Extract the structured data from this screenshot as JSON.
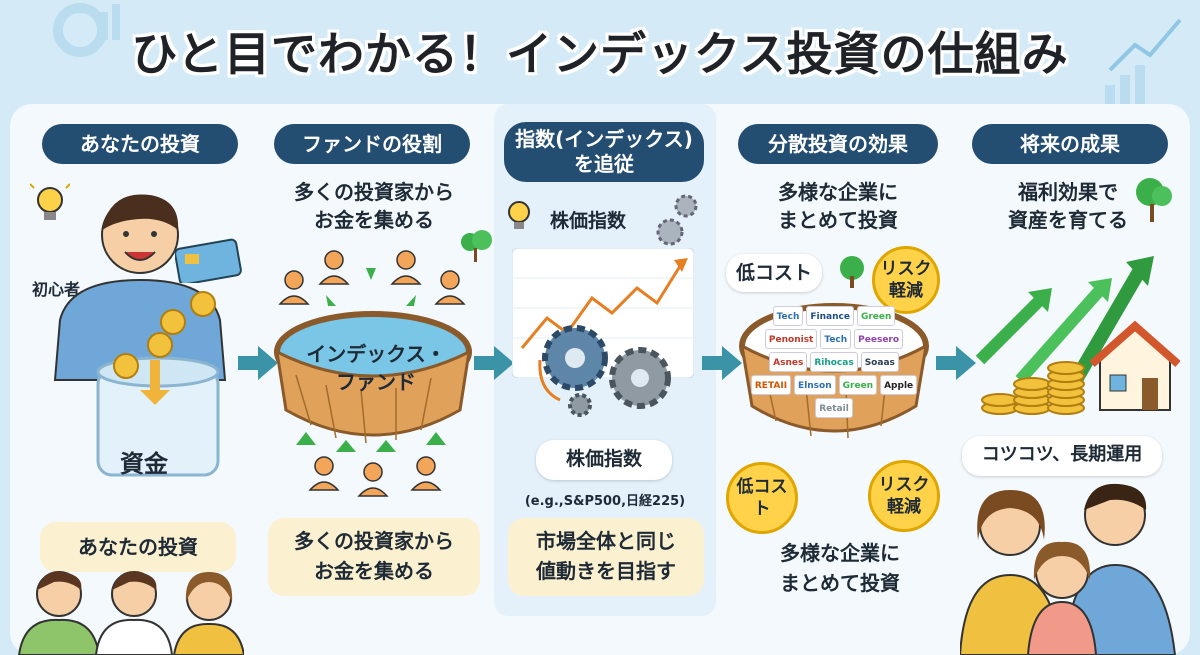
{
  "title": "ひと目でわかる！インデックス投資の仕組み",
  "colors": {
    "navy": "#244d72",
    "cream": "#fbf0cf",
    "teal": "#3b93a8",
    "gold": "#ffd24a",
    "green": "#3bb04a"
  },
  "step1": {
    "header": "あなたの投資",
    "person_label": "初心者",
    "jar_label": "資金",
    "footer": "あなたの投資"
  },
  "step2": {
    "header": "ファンドの役割",
    "desc_line1": "多くの投資家から",
    "desc_line2": "お金を集める",
    "pool_line1": "インデックス・",
    "pool_line2": "ファンド",
    "footer_line1": "多くの投資家から",
    "footer_line2": "お金を集める"
  },
  "step3": {
    "header_line1": "指数(インデックス)",
    "header_line2": "を追従",
    "chart_title": "株価指数",
    "index_label": "株価指数",
    "example": "(e.g.,S&P500,日経225)",
    "footer_line1": "市場全体と同じ",
    "footer_line2": "値動きを目指す"
  },
  "step4": {
    "header": "分散投資の効果",
    "desc_line1": "多様な企業に",
    "desc_line2": "まとめて投資",
    "tag_low_cost": "低コスト",
    "tag_risk_line1": "リスク",
    "tag_risk_line2": "軽減",
    "tag_low_cost_2": "低コスト",
    "tag_risk2_line1": "リスク",
    "tag_risk2_line2": "軽減",
    "companies": [
      "Tech",
      "Finance",
      "Green",
      "Penonist",
      "Tech",
      "Peesero",
      "Asnes",
      "Rihocas",
      "Soaas",
      "RETAII",
      "Elnson",
      "Green",
      "Apple",
      "Retail"
    ],
    "footer_line1": "多様な企業に",
    "footer_line2": "まとめて投資"
  },
  "step5": {
    "header": "将来の成果",
    "desc_line1": "福利効果で",
    "desc_line2": "資産を育てる",
    "bubble": "コツコツ、長期運用"
  }
}
